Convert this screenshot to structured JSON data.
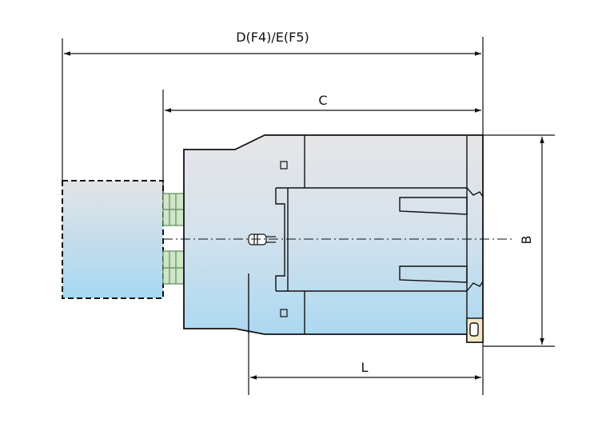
{
  "dimensions": {
    "overall_length": "D(F4)/E(F5)",
    "body_length": "C",
    "height": "B",
    "mounting_length": "L"
  },
  "colors": {
    "line": "#111111",
    "body_fill_top": "#e4e5e8",
    "body_fill_bottom": "#a9d9f2",
    "terminal_fill": "#cfe6c7",
    "terminal_stroke": "#5e8a5e",
    "clip_fill": "#f4e8c8"
  }
}
